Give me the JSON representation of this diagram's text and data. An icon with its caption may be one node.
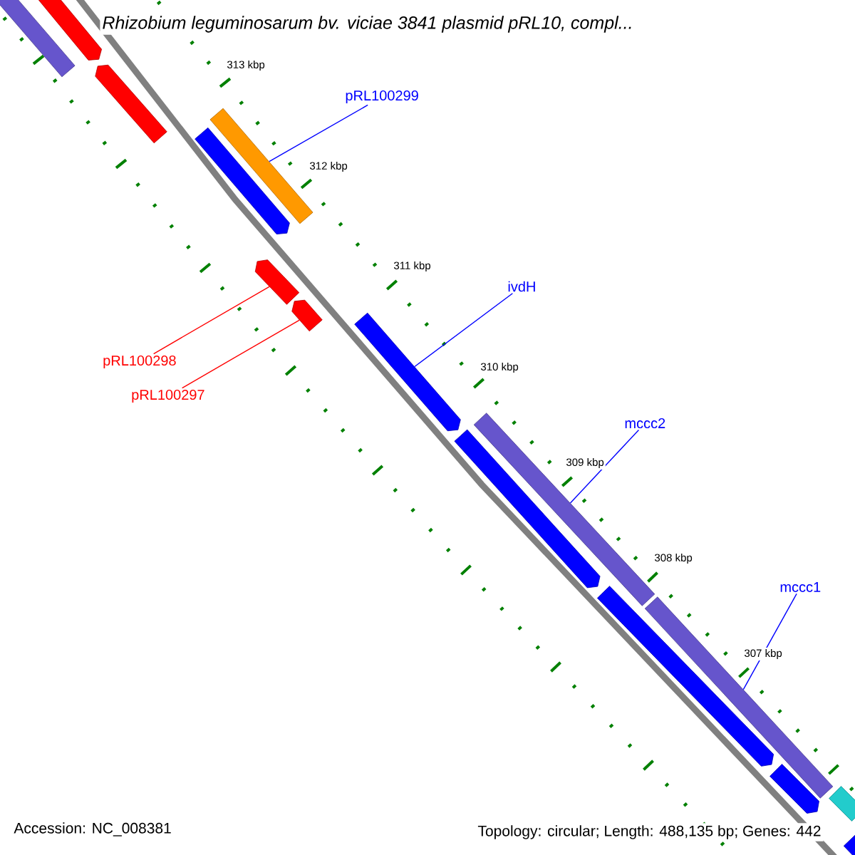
{
  "diagram": {
    "title": "Rhizobium leguminosarum bv. viciae 3841 plasmid pRL10, compl...",
    "nodes": [
      {
        "text": [
          "pRL100299"
        ]
      },
      {
        "text": [
          "ivdH"
        ]
      },
      {
        "text": [
          "pRL100298"
        ]
      },
      {
        "text": [
          "pRL100297"
        ]
      },
      {
        "text": [
          "mccc2"
        ]
      },
      {
        "text": [
          "mccc1"
        ]
      },
      {
        "text": [],
        "shape": "bar"
      },
      {
        "text": [],
        "shape": "bar"
      },
      {
        "text": [],
        "shape": "bar"
      },
      {
        "text": [],
        "shape": "bar"
      },
      {
        "text": [],
        "shape": "bar"
      },
      {
        "text": [],
        "shape": "bar"
      },
      {
        "text": [],
        "shape": "bar"
      },
      {
        "text": [],
        "shape": "bar"
      },
      {
        "text": [],
        "shape": "bar"
      },
      {
        "text": [],
        "shape": "bar"
      },
      {
        "text": [],
        "shape": "bar"
      },
      {
        "text": [],
        "shape": "bar"
      },
      {
        "text": [],
        "shape": "bar"
      },
      {
        "text": [],
        "shape": "bar"
      },
      {
        "text": [],
        "shape": "bar"
      }
    ],
    "edges": [
      {
        "from": 0,
        "to": 9,
        "arrow": "none"
      },
      {
        "from": 1,
        "to": 13,
        "arrow": "none"
      },
      {
        "from": 2,
        "to": 11,
        "arrow": "none",
        "color": "#ff0000"
      },
      {
        "from": 3,
        "to": 12,
        "arrow": "none",
        "color": "#ff0000"
      },
      {
        "from": 4,
        "to": 14,
        "arrow": "none"
      },
      {
        "from": 5,
        "to": 16,
        "arrow": "none"
      }
    ],
    "labels": [
      "313 kbp",
      "312 kbp",
      "311 kbp",
      "310 kbp",
      "309 kbp",
      "308 kbp",
      "307 kbp",
      "Accession: NC_008381",
      "Topology: circular; Length: 488,135 bp; Genes: 442"
    ]
  }
}
